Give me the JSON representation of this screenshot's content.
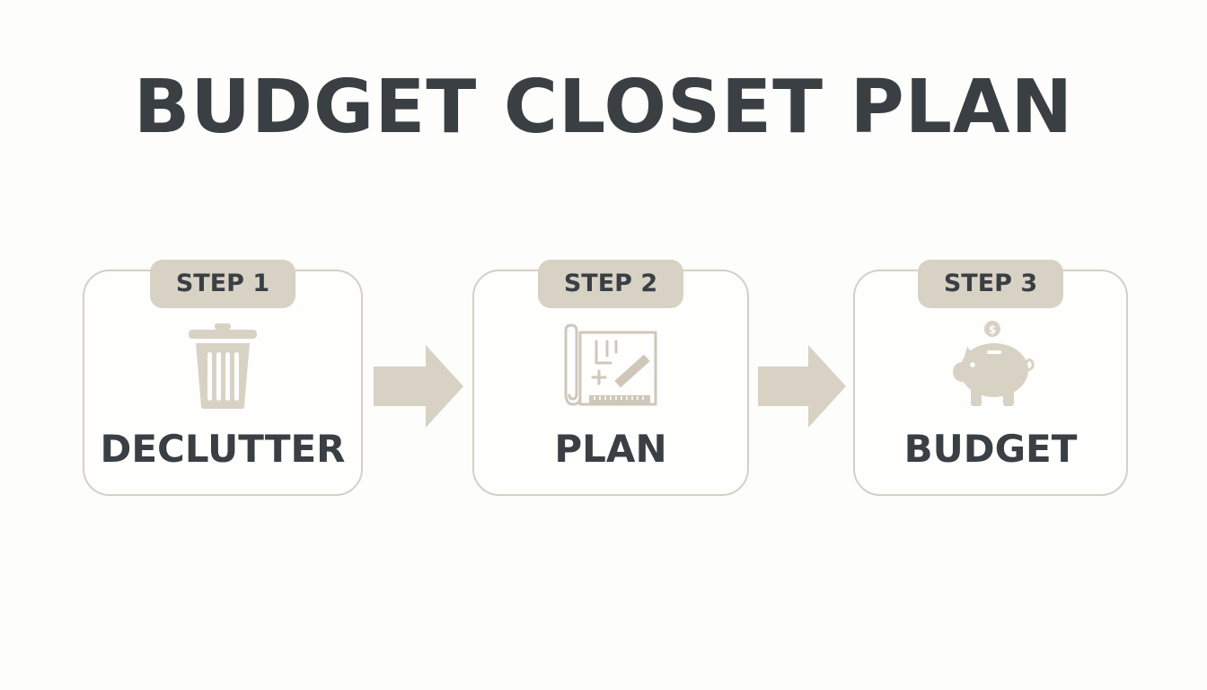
{
  "title": "BUDGET CLOSET PLAN",
  "colors": {
    "text": "#3a3f44",
    "accent": "#d8d2c5",
    "border": "#d6d0c4",
    "background": "#fdfdfc"
  },
  "steps": [
    {
      "badge": "STEP 1",
      "label": "DECLUTTER",
      "icon": "trash-can-icon"
    },
    {
      "badge": "STEP 2",
      "label": "PLAN",
      "icon": "blueprint-icon"
    },
    {
      "badge": "STEP 3",
      "label": "BUDGET",
      "icon": "piggy-bank-icon"
    }
  ],
  "arrows": [
    "arrow-right-icon",
    "arrow-right-icon"
  ]
}
